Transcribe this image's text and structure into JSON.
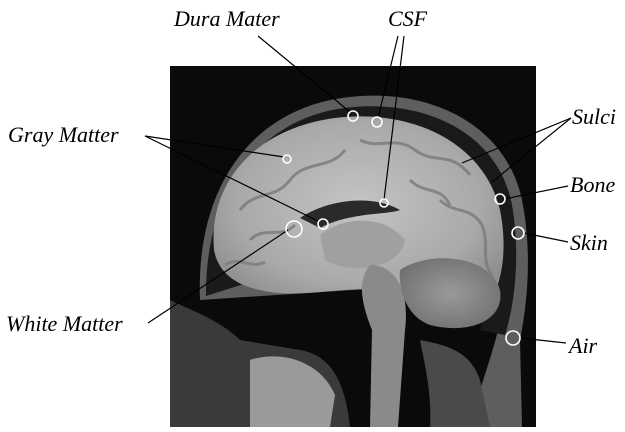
{
  "labels": {
    "dura_mater": "Dura Mater",
    "csf": "CSF",
    "sulci": "Sulci",
    "gray_matter": "Gray Matter",
    "bone": "Bone",
    "skin": "Skin",
    "white_matter": "White Matter",
    "air": "Air"
  },
  "colors": {
    "background": "#ffffff",
    "scan_background": "#0a0a0a",
    "brain_tissue": "#b9b9b9",
    "gray_matter": "#8f8f8f",
    "skin": "#6e6e6e",
    "leader_line": "#000000",
    "marker": "#ffffff"
  },
  "markers": {
    "dura_mater": "circle-marker",
    "csf": "circle-marker",
    "gray_matter": "circle-marker",
    "white_matter": "circle-marker",
    "sulci": "none",
    "bone": "circle-marker",
    "skin": "circle-marker",
    "air": "circle-marker"
  }
}
